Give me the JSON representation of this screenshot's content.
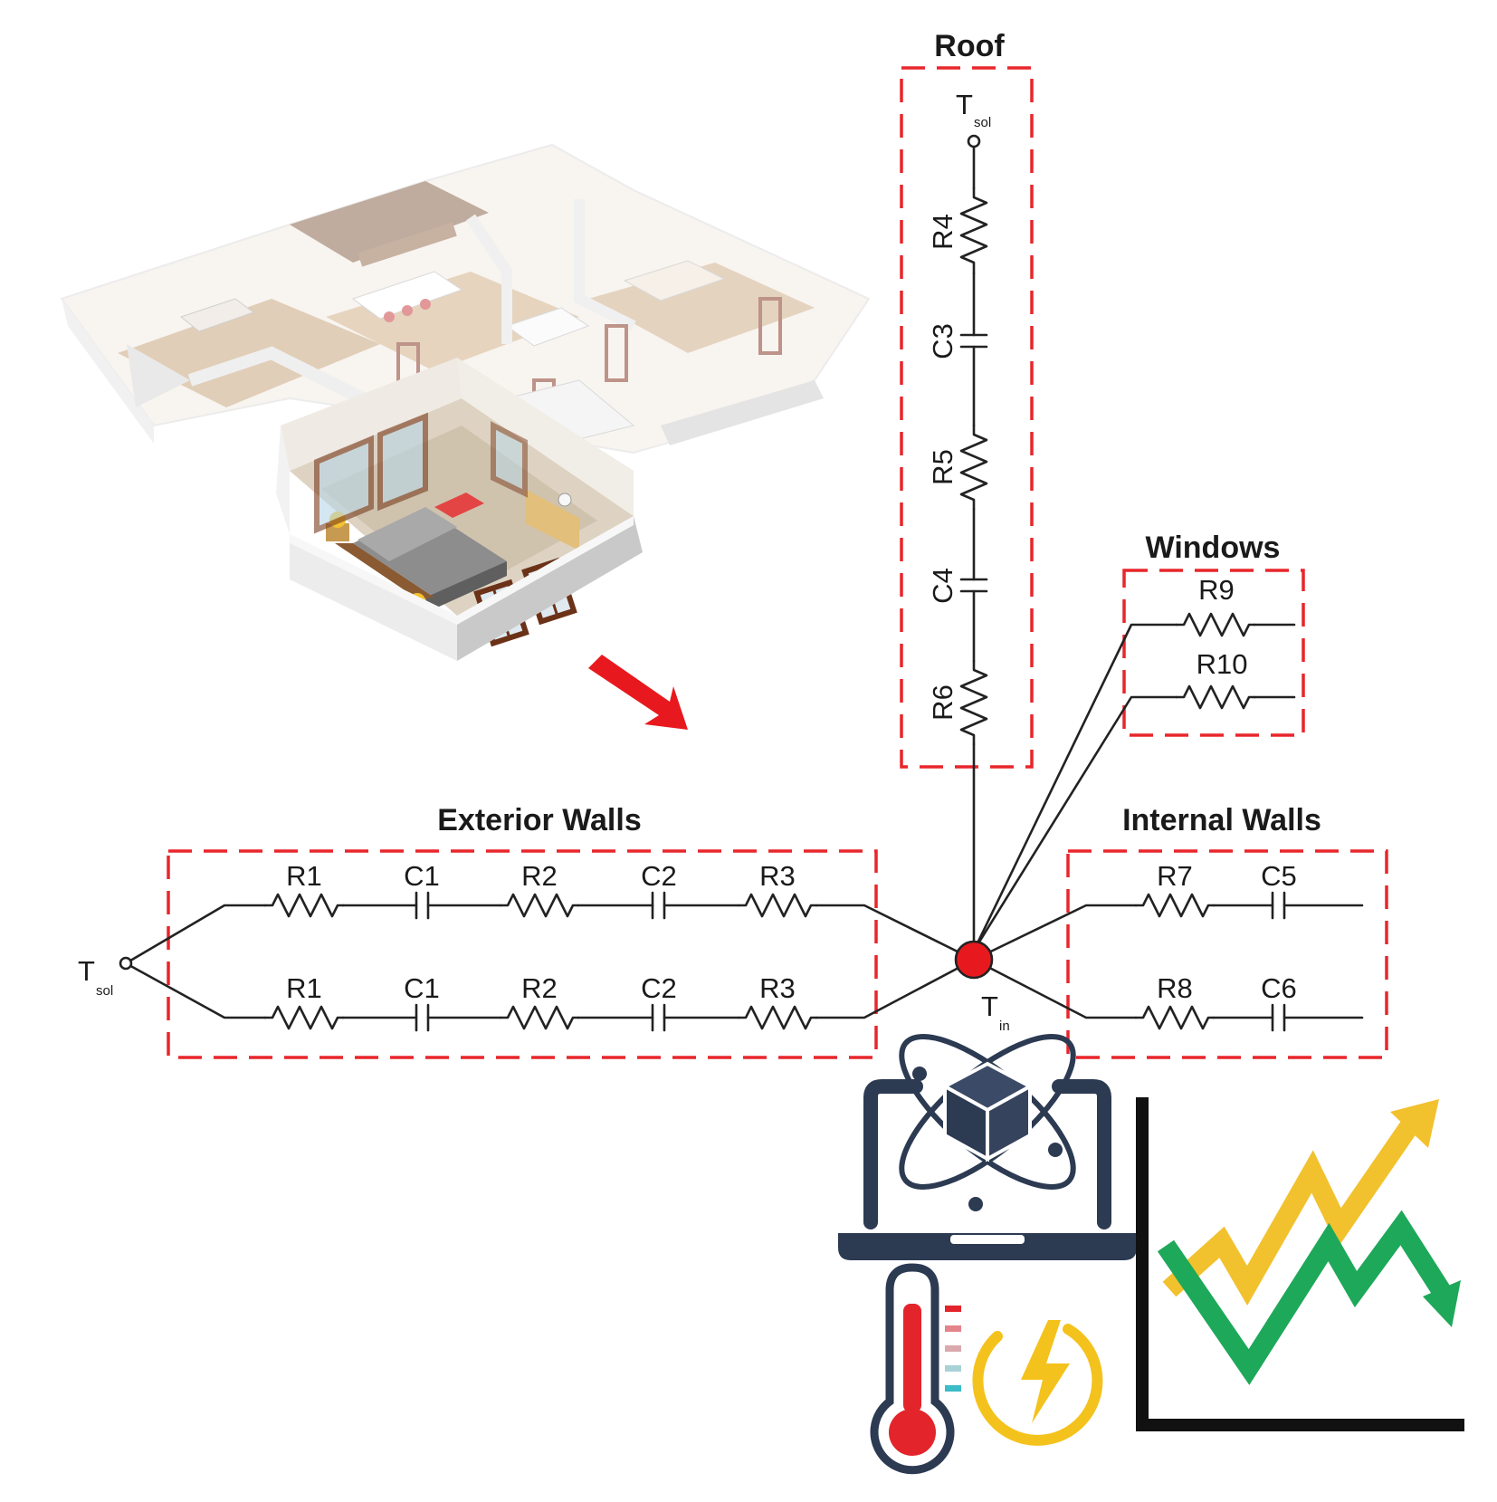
{
  "colors": {
    "boundary": "#e8262b",
    "node": "#e8191e",
    "icon_navy": "#2c3a52",
    "chart_green": "#1ea85a",
    "chart_yellow": "#f2c12e",
    "energy_yellow": "#f4c21c",
    "thermo_red": "#e3242b"
  },
  "diagram": {
    "nodes": {
      "tsol_left": {
        "main": "T",
        "sub": "sol"
      },
      "tsol_roof": {
        "main": "T",
        "sub": "sol"
      },
      "tin": {
        "main": "T",
        "sub": "in"
      }
    },
    "groups": {
      "roof": {
        "title": "Roof",
        "components": [
          "R4",
          "C3",
          "R5",
          "C4",
          "R6"
        ]
      },
      "windows": {
        "title": "Windows",
        "components": [
          "R9",
          "R10"
        ]
      },
      "exterior_walls": {
        "title": "Exterior Walls",
        "top_branch": [
          "R1",
          "C1",
          "R2",
          "C2",
          "R3"
        ],
        "bottom_branch": [
          "R1",
          "C1",
          "R2",
          "C2",
          "R3"
        ]
      },
      "internal_walls": {
        "title": "Internal Walls",
        "top_branch": [
          "R7",
          "C5"
        ],
        "bottom_branch": [
          "R8",
          "C6"
        ]
      }
    }
  },
  "icons": {
    "floorplan": "3d-apartment-floorplan-illustration",
    "arrow": "red-arrow-down-right",
    "laptop": "laptop-with-cube-atom-icon",
    "thermometer": "thermometer-icon",
    "energy": "lightning-energy-icon",
    "chart": "line-chart-trends-icon"
  }
}
